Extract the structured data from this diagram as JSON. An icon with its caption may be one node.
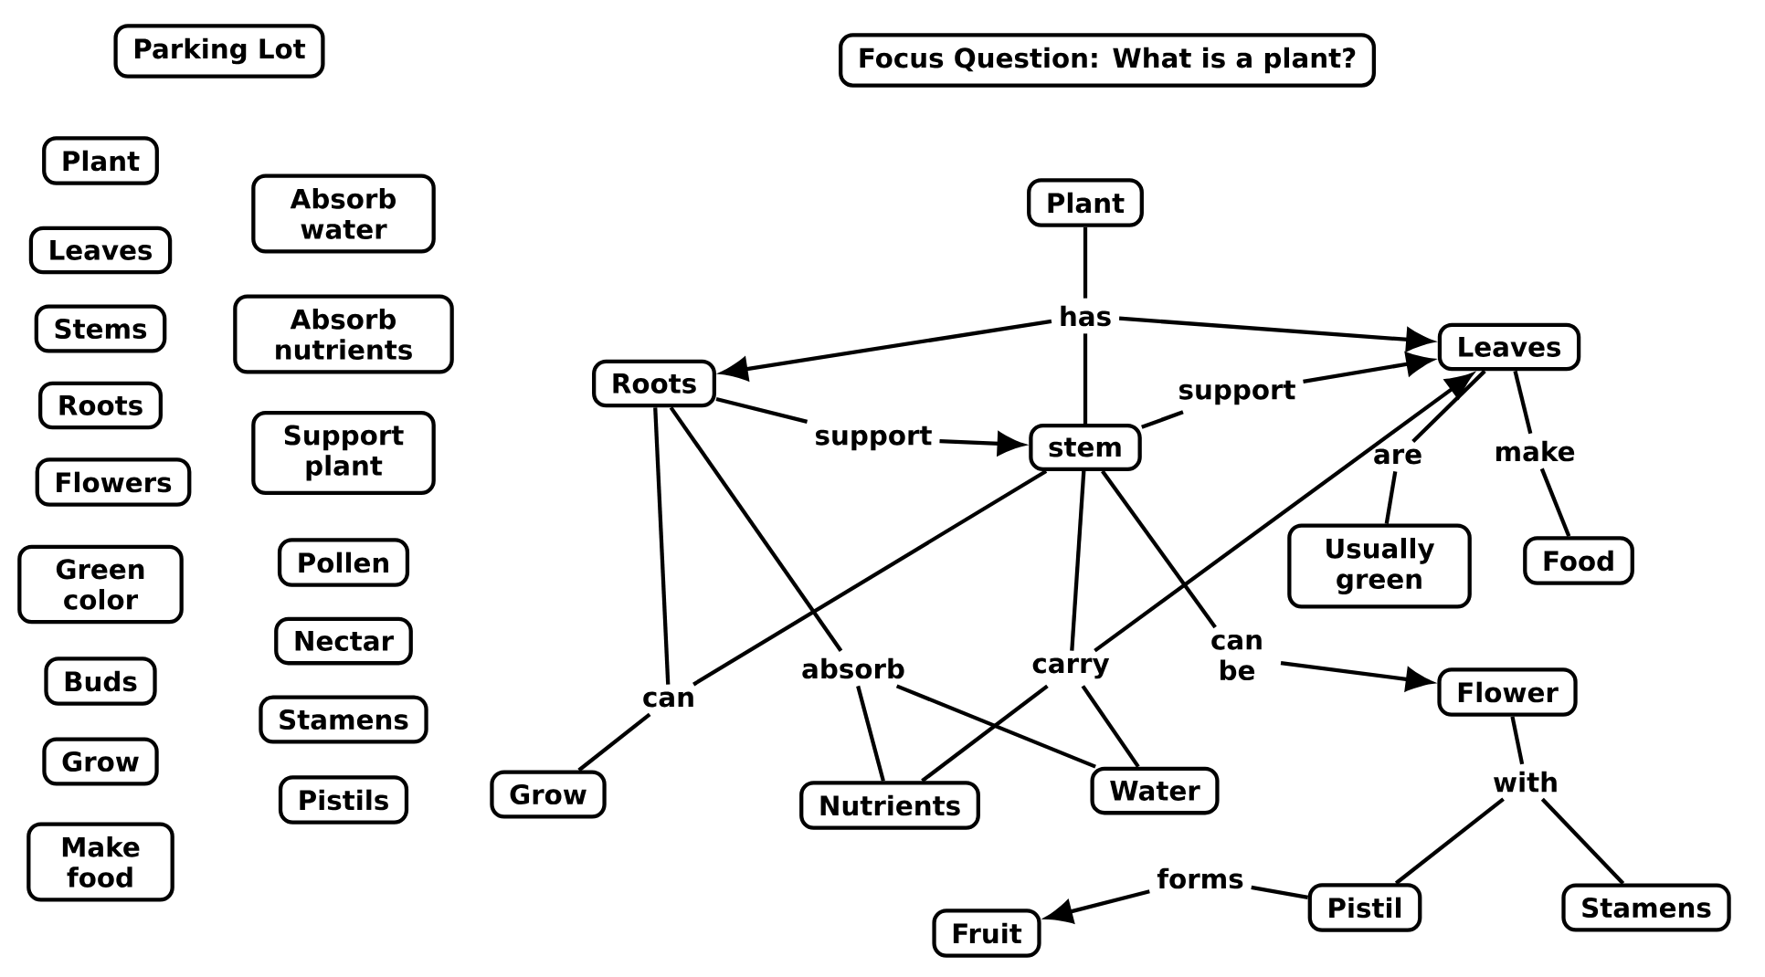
{
  "diagram": {
    "nodes": [
      {
        "text": [
          "Parking Lot"
        ]
      },
      {
        "text": [
          "Focus Question: What is a plant?"
        ]
      },
      {
        "text": [
          "Plant"
        ]
      },
      {
        "text": [
          "Leaves"
        ]
      },
      {
        "text": [
          "Stems"
        ]
      },
      {
        "text": [
          "Roots"
        ]
      },
      {
        "text": [
          "Flowers"
        ]
      },
      {
        "text": [
          "Green color"
        ]
      },
      {
        "text": [
          "Buds"
        ]
      },
      {
        "text": [
          "Grow"
        ]
      },
      {
        "text": [
          "Make food"
        ]
      },
      {
        "text": [
          "Absorb water"
        ]
      },
      {
        "text": [
          "Absorb nutrients"
        ]
      },
      {
        "text": [
          "Support plant"
        ]
      },
      {
        "text": [
          "Pollen"
        ]
      },
      {
        "text": [
          "Nectar"
        ]
      },
      {
        "text": [
          "Stamens"
        ]
      },
      {
        "text": [
          "Pistils"
        ]
      },
      {
        "text": [
          "Plant"
        ]
      },
      {
        "text": [
          "has"
        ]
      },
      {
        "text": [
          "Roots"
        ]
      },
      {
        "text": [
          "Leaves"
        ]
      },
      {
        "text": [
          "support"
        ]
      },
      {
        "text": [
          "support"
        ]
      },
      {
        "text": [
          "stem"
        ]
      },
      {
        "text": [
          "are"
        ]
      },
      {
        "text": [
          "make"
        ]
      },
      {
        "text": [
          "Usually green"
        ]
      },
      {
        "text": [
          "Food"
        ]
      },
      {
        "text": [
          "can"
        ]
      },
      {
        "text": [
          "absorb"
        ]
      },
      {
        "text": [
          "carry"
        ]
      },
      {
        "text": [
          "can be"
        ]
      },
      {
        "text": [
          "Flower"
        ]
      },
      {
        "text": [
          "with"
        ]
      },
      {
        "text": [
          "Grow"
        ]
      },
      {
        "text": [
          "Nutrients"
        ]
      },
      {
        "text": [
          "Water"
        ]
      },
      {
        "text": [
          "forms"
        ]
      },
      {
        "text": [
          "Fruit"
        ]
      },
      {
        "text": [
          "Pistil"
        ]
      },
      {
        "text": [
          "Stamens"
        ]
      }
    ],
    "edges": [
      {
        "from": 18,
        "to": 19,
        "arrow": "none"
      },
      {
        "from": 19,
        "to": 20,
        "arrow": "to"
      },
      {
        "from": 19,
        "to": 21,
        "arrow": "to"
      },
      {
        "from": 19,
        "to": 24,
        "arrow": "none"
      },
      {
        "from": 20,
        "to": 22,
        "arrow": "none"
      },
      {
        "from": 22,
        "to": 24,
        "arrow": "to"
      },
      {
        "from": 24,
        "to": 23,
        "arrow": "none"
      },
      {
        "from": 23,
        "to": 21,
        "arrow": "to"
      },
      {
        "from": 21,
        "to": 25,
        "arrow": "none"
      },
      {
        "from": 25,
        "to": 27,
        "arrow": "none"
      },
      {
        "from": 21,
        "to": 26,
        "arrow": "none"
      },
      {
        "from": 26,
        "to": 28,
        "arrow": "none"
      },
      {
        "from": 20,
        "to": 29,
        "arrow": "none"
      },
      {
        "from": 24,
        "to": 29,
        "arrow": "none"
      },
      {
        "from": 29,
        "to": 35,
        "arrow": "none"
      },
      {
        "from": 20,
        "to": 30,
        "arrow": "none"
      },
      {
        "from": 30,
        "to": 36,
        "arrow": "none"
      },
      {
        "from": 30,
        "to": 37,
        "arrow": "none"
      },
      {
        "from": 24,
        "to": 31,
        "arrow": "none"
      },
      {
        "from": 31,
        "to": 36,
        "arrow": "none"
      },
      {
        "from": 31,
        "to": 37,
        "arrow": "none"
      },
      {
        "from": 31,
        "to": 21,
        "arrow": "to"
      },
      {
        "from": 24,
        "to": 32,
        "arrow": "none"
      },
      {
        "from": 32,
        "to": 33,
        "arrow": "to"
      },
      {
        "from": 33,
        "to": 34,
        "arrow": "none"
      },
      {
        "from": 34,
        "to": 40,
        "arrow": "none"
      },
      {
        "from": 34,
        "to": 41,
        "arrow": "none"
      },
      {
        "from": 40,
        "to": 38,
        "arrow": "none"
      },
      {
        "from": 38,
        "to": 39,
        "arrow": "to"
      }
    ]
  }
}
